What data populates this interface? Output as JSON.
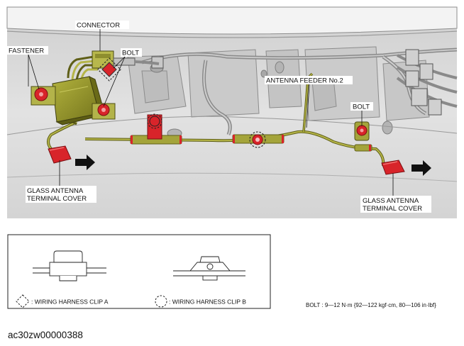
{
  "labels": {
    "connector": "CONNECTOR",
    "bolt_top": "BOLT",
    "fastener": "FASTENER",
    "antenna_feeder": "ANTENNA FEEDER No.2",
    "bolt_right": "BOLT",
    "glass_cover_left_1": "GLASS ANTENNA",
    "glass_cover_left_2": "TERMINAL COVER",
    "glass_cover_right_1": "GLASS ANTENNA",
    "glass_cover_right_2": "TERMINAL COVER"
  },
  "legend": {
    "clip_a": ": WIRING HARNESS CLIP A",
    "clip_b": ": WIRING HARNESS CLIP B"
  },
  "torque_spec": "BOLT : 9—12 N·m {92—122 kgf·cm, 80—106 in·lbf}",
  "figure_id": "ac30zw00000388",
  "colors": {
    "photo_bg": "#d8d8d8",
    "harness": "#9a9a3a",
    "part_red": "#d8242a",
    "antenna_box": "#8f8f2a"
  }
}
